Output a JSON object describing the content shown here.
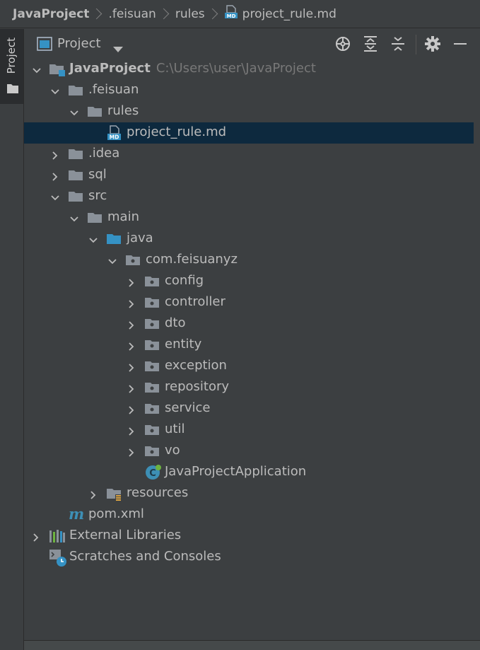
{
  "breadcrumb": {
    "items": [
      "JavaProject",
      ".feisuan",
      "rules",
      "project_rule.md"
    ]
  },
  "toolstrip": {
    "project_label": "Project"
  },
  "panel": {
    "title": "Project",
    "buttons": [
      "locate-icon",
      "expand-all-icon",
      "collapse-all-icon",
      "gear-icon",
      "minimize-icon"
    ]
  },
  "tree": {
    "root_label": "JavaProject",
    "root_path": "C:\\Users\\user\\JavaProject",
    "feisuan": ".feisuan",
    "rules": "rules",
    "project_rule": "project_rule.md",
    "idea": ".idea",
    "sql": "sql",
    "src": "src",
    "main": "main",
    "java": "java",
    "package": "com.feisuanyz",
    "packages": [
      "config",
      "controller",
      "dto",
      "entity",
      "exception",
      "repository",
      "service",
      "util",
      "vo"
    ],
    "app_class": "JavaProjectApplication",
    "resources": "resources",
    "pom": "pom.xml",
    "external_libraries": "External Libraries",
    "scratches": "Scratches and Consoles"
  },
  "colors": {
    "background": "#3c3f41",
    "selection": "#0d293e",
    "folder": "#8a9199",
    "source_folder": "#3592c4",
    "text": "#bbbbbb",
    "path_text": "#787878"
  }
}
